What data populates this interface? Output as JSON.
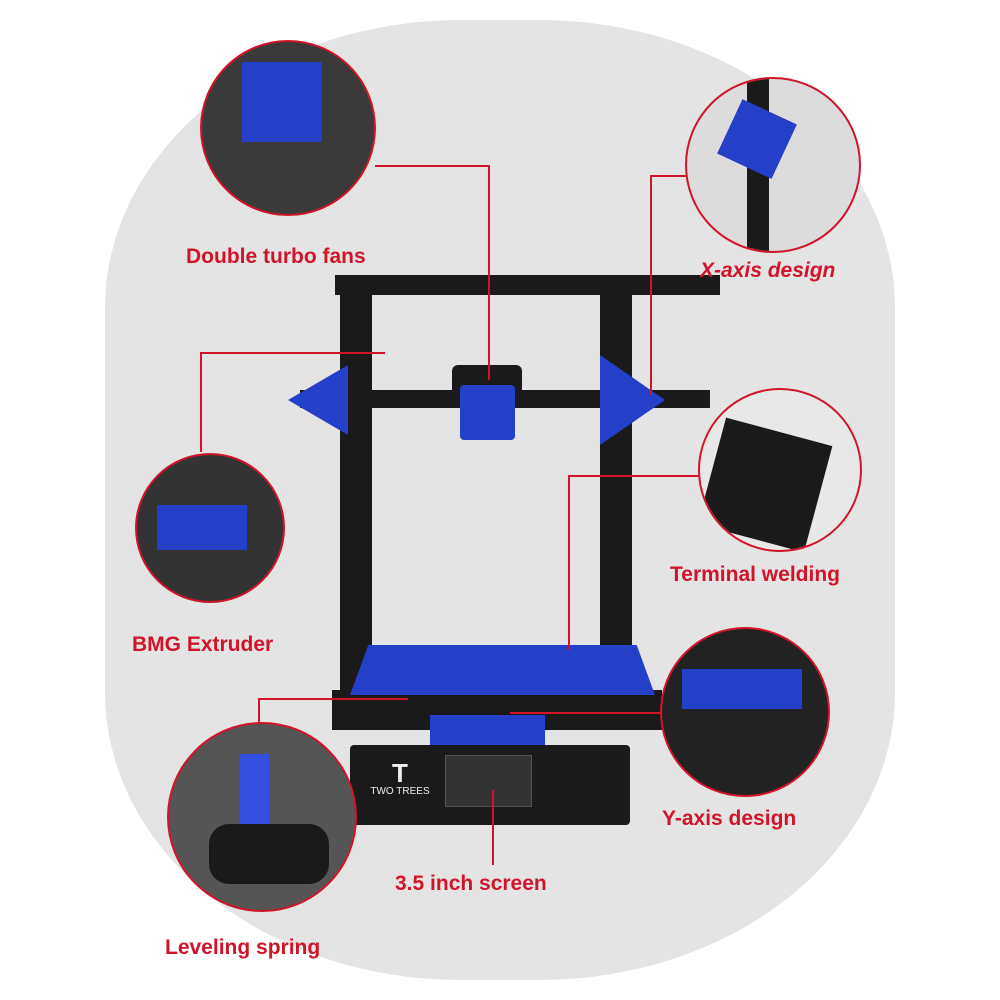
{
  "callouts": {
    "double_turbo_fans": "Double turbo fans",
    "x_axis_design": "X-axis design",
    "bmg_extruder": "BMG Extruder",
    "terminal_welding": "Terminal welding",
    "y_axis_design": "Y-axis design",
    "screen": "3.5 inch screen",
    "leveling_spring": "Leveling spring"
  },
  "brand": "TWO TREES",
  "colors": {
    "accent": "#d2142a",
    "blue": "#2440c8",
    "frame": "#1a1a1a",
    "background": "#e4e4e4"
  }
}
